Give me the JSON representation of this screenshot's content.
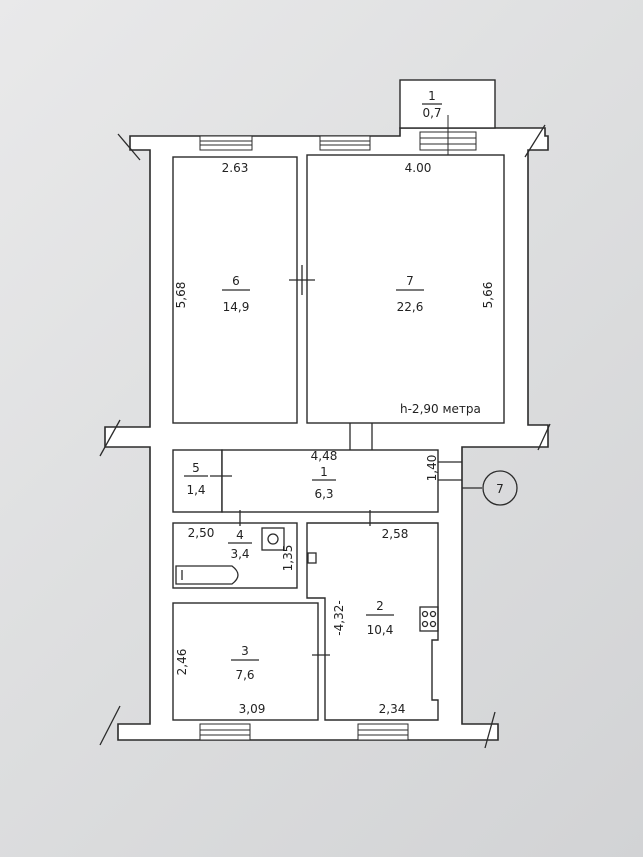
{
  "rooms": [
    {
      "number": "1",
      "area": "0,7"
    },
    {
      "number": "6",
      "area": "14,9"
    },
    {
      "number": "7",
      "area": "22,6"
    },
    {
      "number": "5",
      "area": "1,4"
    },
    {
      "number": "1",
      "area": "6,3"
    },
    {
      "number": "4",
      "area": "3,4"
    },
    {
      "number": "2",
      "area": "10,4"
    },
    {
      "number": "3",
      "area": "7,6"
    }
  ],
  "dimensions": {
    "r6_width": "2.63",
    "r7_width": "4.00",
    "r6_height": "5,68",
    "r7_height": "5,66",
    "hall_length": "4,48",
    "hall_width": "1,40",
    "bath_width": "2,50",
    "bath_height": "1,35",
    "kitchen_width": "2,58",
    "kitchen_length": "-4,32-",
    "kitchen_bottom": "2,34",
    "r3_height": "2,46",
    "r3_width": "3,09"
  },
  "ceiling_height": "h-2,90 метра",
  "marker": "7"
}
